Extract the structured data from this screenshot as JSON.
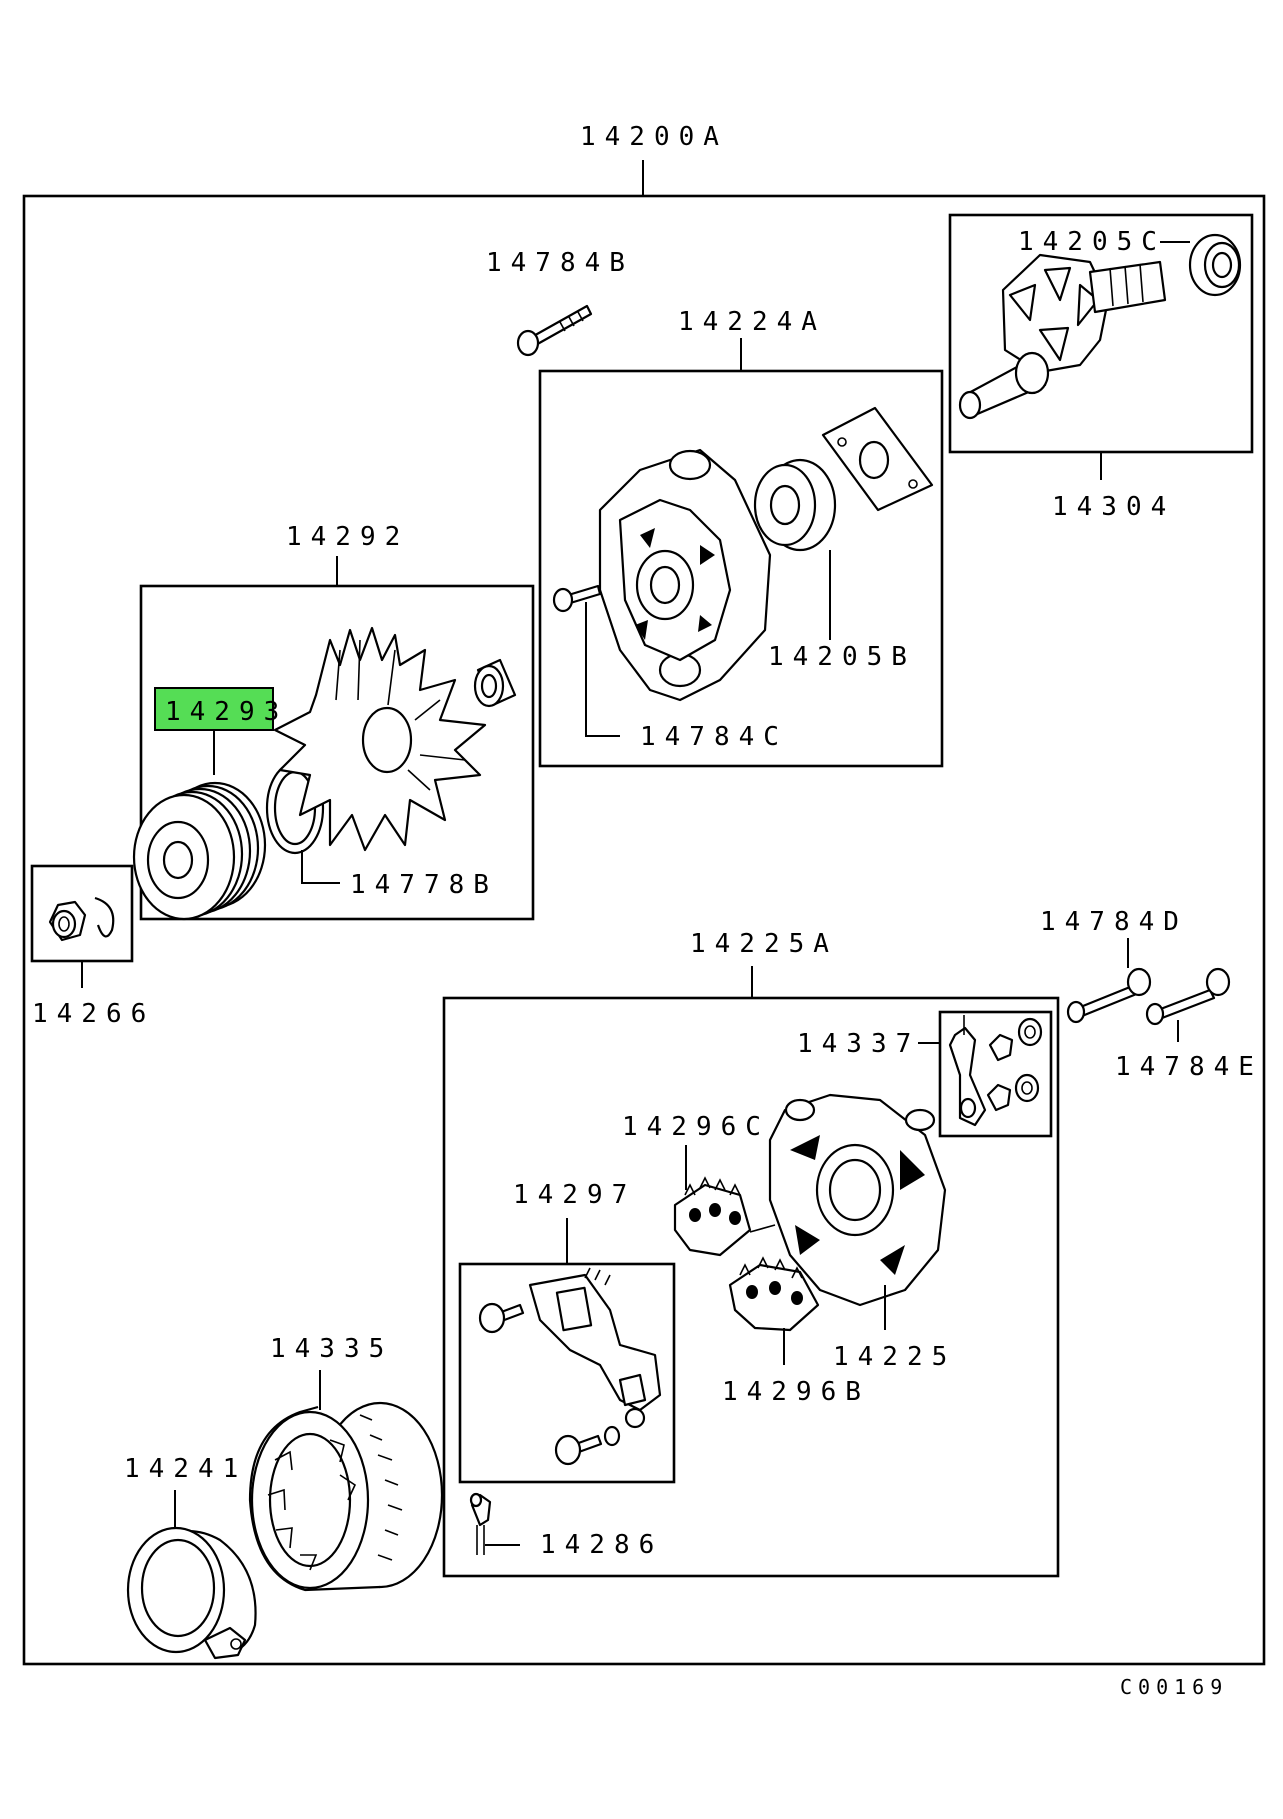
{
  "diagram_code": "C00169",
  "highlight_color": "#55dd55",
  "highlighted_part": "14293",
  "labels": {
    "assembly": "14200A",
    "bolt_b": "14784B",
    "front_bracket": "14224A",
    "rotor_bearing_c": "14205C",
    "rotor": "14304",
    "bearing_b": "14205B",
    "bolt_c": "14784C",
    "fan_kit": "14292",
    "pulley": "14293",
    "spacer": "14778B",
    "nut": "14266",
    "rear_bracket_assy": "14225A",
    "bolt_d": "14784D",
    "bolt_e": "14784E",
    "terminal_kit": "14337",
    "rectifier_c": "14296C",
    "regulator": "14297",
    "rear_bracket": "14225",
    "rectifier_b": "14296B",
    "stator": "14335",
    "cover": "14241",
    "brush": "14286"
  }
}
